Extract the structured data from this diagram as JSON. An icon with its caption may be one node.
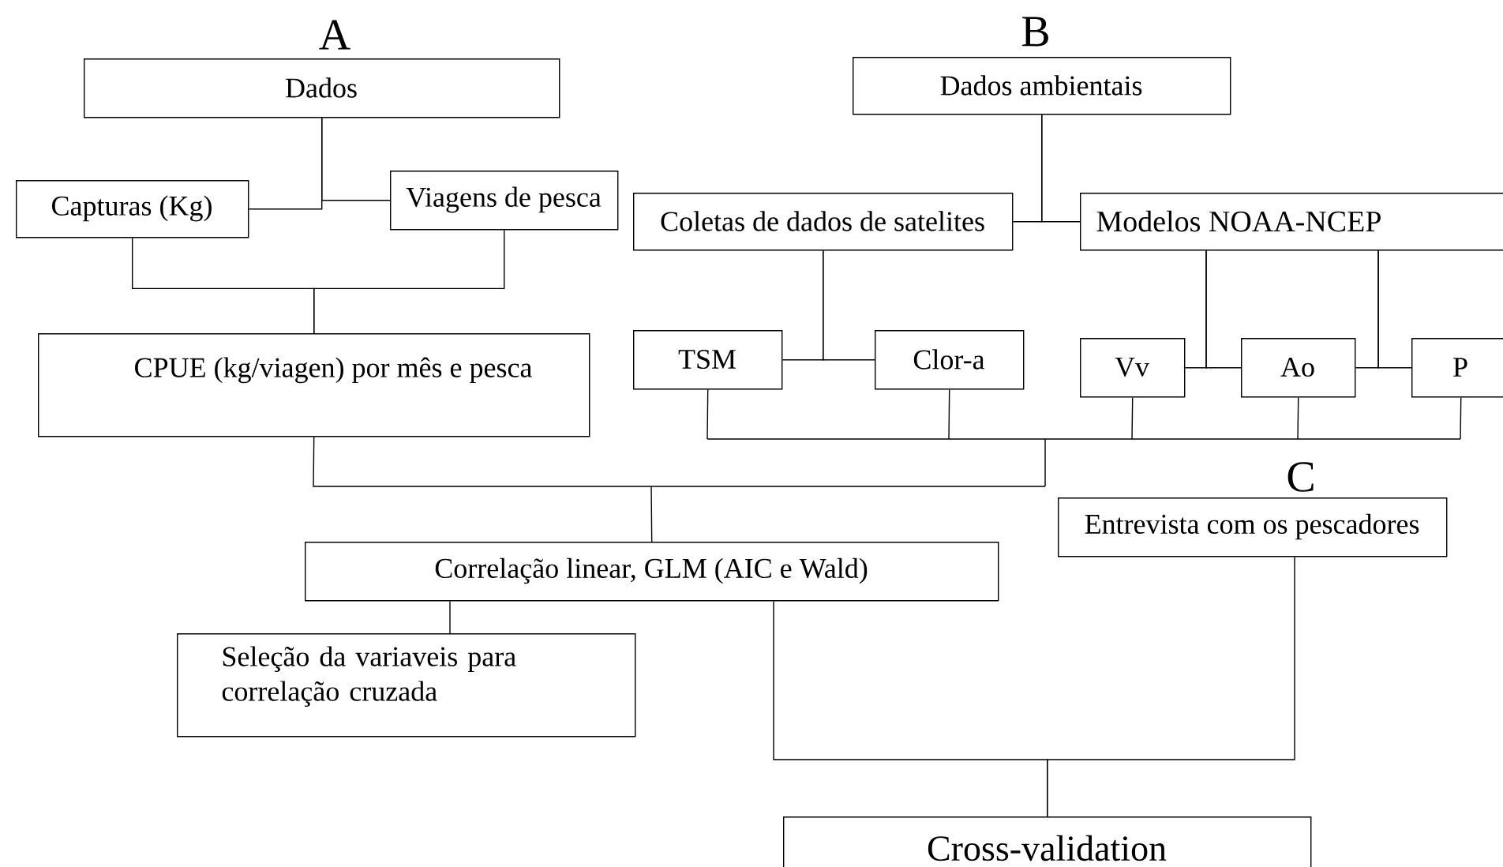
{
  "diagram": {
    "nodes": [
      {
        "text": [
          "A",
          "Dados"
        ]
      },
      {
        "text": [
          "Capturas (Kg)"
        ]
      },
      {
        "text": [
          "Viagens de pesca"
        ]
      },
      {
        "text": [
          "CPUE (kg/viagen) por mês e pesca"
        ]
      },
      {
        "text": [
          "B",
          "Dados ambientais"
        ]
      },
      {
        "text": [
          "Coletas de dados de satelites"
        ]
      },
      {
        "text": [
          "Modelos NOAA-NCEP"
        ]
      },
      {
        "text": [
          "TSM"
        ]
      },
      {
        "text": [
          "Clor-a"
        ]
      },
      {
        "text": [
          "Vv"
        ]
      },
      {
        "text": [
          "Ao"
        ]
      },
      {
        "text": [
          "P"
        ]
      },
      {
        "text": [
          "Correlação linear, GLM (AIC e Wald)"
        ]
      },
      {
        "text": [
          "C",
          "Entrevista com os pescadores"
        ]
      },
      {
        "text": [
          "Seleção da variaveis para correlação cruzada"
        ]
      },
      {
        "text": [
          "Cross-validation"
        ]
      }
    ],
    "edges": [
      {
        "from": 0,
        "to": 1,
        "arrow": "none"
      },
      {
        "from": 0,
        "to": 2,
        "arrow": "none"
      },
      {
        "from": 1,
        "to": 3,
        "arrow": "none"
      },
      {
        "from": 2,
        "to": 3,
        "arrow": "none"
      },
      {
        "from": 4,
        "to": 5,
        "arrow": "none"
      },
      {
        "from": 4,
        "to": 6,
        "arrow": "none"
      },
      {
        "from": 5,
        "to": 7,
        "arrow": "none"
      },
      {
        "from": 5,
        "to": 8,
        "arrow": "none"
      },
      {
        "from": 6,
        "to": 9,
        "arrow": "none"
      },
      {
        "from": 6,
        "to": 10,
        "arrow": "none"
      },
      {
        "from": 6,
        "to": 10,
        "arrow": "none"
      },
      {
        "from": 6,
        "to": 11,
        "arrow": "none"
      },
      {
        "from": 3,
        "to": 12,
        "arrow": "none"
      },
      {
        "from": 7,
        "to": 12,
        "arrow": "none"
      },
      {
        "from": 8,
        "to": 12,
        "arrow": "none"
      },
      {
        "from": 9,
        "to": 12,
        "arrow": "none"
      },
      {
        "from": 10,
        "to": 12,
        "arrow": "none"
      },
      {
        "from": 11,
        "to": 12,
        "arrow": "none"
      },
      {
        "from": 12,
        "to": 14,
        "arrow": "none"
      },
      {
        "from": 12,
        "to": 15,
        "arrow": "none"
      },
      {
        "from": 13,
        "to": 15,
        "arrow": "none"
      }
    ]
  }
}
